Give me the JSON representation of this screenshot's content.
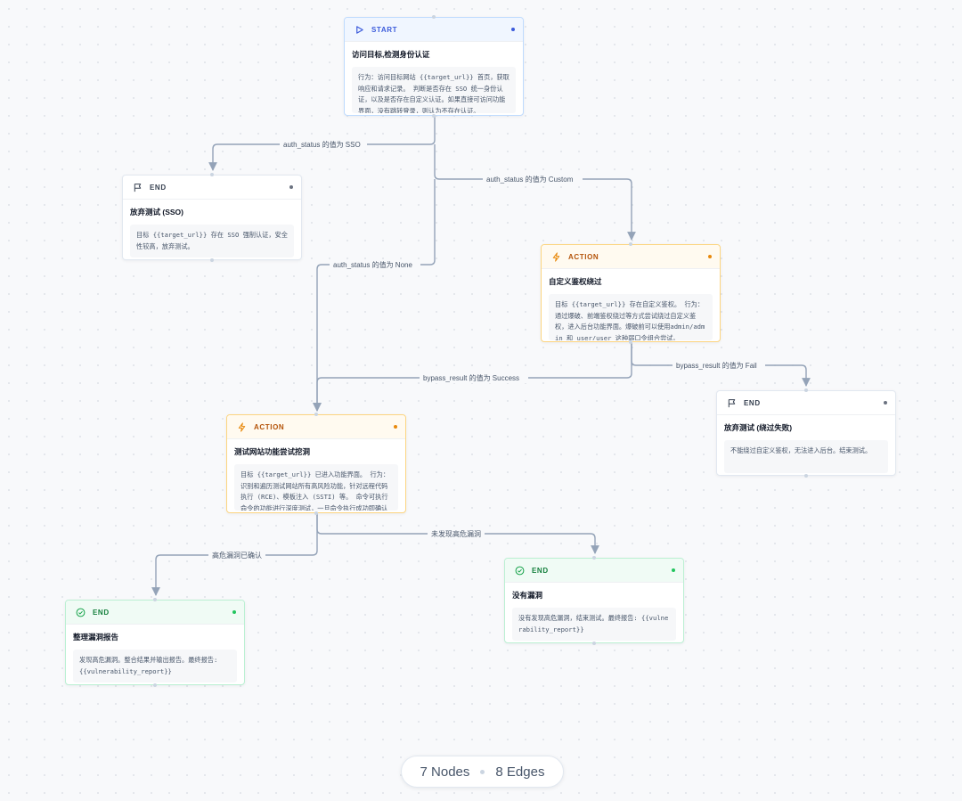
{
  "nodes": {
    "start": {
      "type": "START",
      "title": "访问目标,检测身份认证",
      "desc": "行为：访问目标网站 {{target_url}} 首页，获取响应和请求记录。 判断是否存在 SSO 统一身份认证，以及是否存在自定义认证。如果直接可访问功能界面，没有跳转登录，则认为不存在认证。"
    },
    "end_sso": {
      "type": "END",
      "title": "放弃测试 (SSO)",
      "desc": "目标 {{target_url}} 存在 SSO 强制认证，安全性较高，放弃测试。"
    },
    "action_bypass": {
      "type": "ACTION",
      "title": "自定义鉴权绕过",
      "desc": "目标 {{target_url}} 存在自定义鉴权。 行为：通过爆破、前端鉴权绕过等方式尝试绕过自定义鉴权，进入后台功能界面。爆破前可以使用admin/admin 和 user/user 这种弱口令组合尝试。"
    },
    "end_fail": {
      "type": "END",
      "title": "放弃测试 (绕过失败)",
      "desc": "不能绕过自定义鉴权，无法进入后台。结束测试。"
    },
    "action_test": {
      "type": "ACTION",
      "title": "测试网站功能尝试挖洞",
      "desc": "目标 {{target_url}} 已进入功能界面。 行为：识别和遍历测试网站所有高风险功能，针对远程代码执行 (RCE)、模板注入 (SSTI) 等。 命令可执行命令的功能进行深度测试，一旦命令执行成功即确认漏洞。"
    },
    "end_report": {
      "type": "END",
      "title": "整理漏洞报告",
      "desc": "发现高危漏洞。整合结果并输出报告。最终报告: {{vulnerability_report}}"
    },
    "end_none": {
      "type": "END",
      "title": "没有漏洞",
      "desc": "没有发现高危漏洞，结束测试。最终报告: {{vulnerability_report}}"
    }
  },
  "edges": [
    {
      "label": "auth_status 的值为 SSO"
    },
    {
      "label": "auth_status 的值为 Custom"
    },
    {
      "label": "auth_status 的值为 None"
    },
    {
      "label": "bypass_result 的值为 Success"
    },
    {
      "label": "bypass_result 的值为 Fail"
    },
    {
      "label": "高危漏洞已确认"
    },
    {
      "label": "未发现高危漏洞"
    }
  ],
  "footer": {
    "nodes_label": "7 Nodes",
    "edges_label": "8 Edges"
  },
  "colors": {
    "start": "#3b5bdb",
    "action": "#e8890c",
    "end_success": "#22c55e",
    "end_neutral": "#6b7280",
    "edge": "#94a3b8"
  },
  "icons": {
    "start": "play-icon",
    "action": "lightning-icon",
    "end_flag": "flag-icon",
    "end_check": "check-circle-icon"
  }
}
